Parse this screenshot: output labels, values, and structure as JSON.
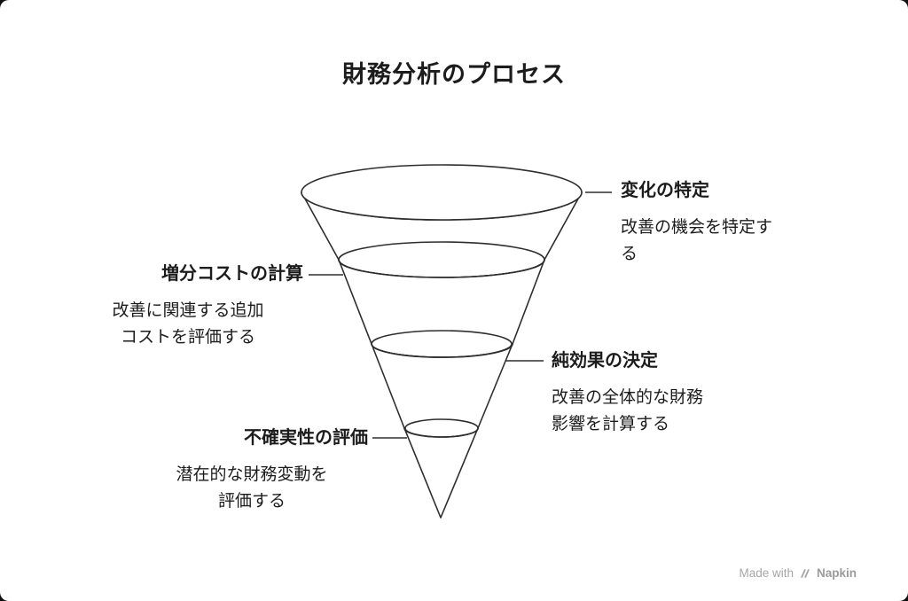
{
  "title": "財務分析のプロセス",
  "stages": [
    {
      "label": "変化の特定",
      "description": "改善の機会を特定す\nる"
    },
    {
      "label": "増分コストの計算",
      "description": "改善に関連する追加\nコストを評価する"
    },
    {
      "label": "純効果の決定",
      "description": "改善の全体的な財務\n影響を計算する"
    },
    {
      "label": "不確実性の評価",
      "description": "潜在的な財務変動を\n評価する"
    }
  ],
  "watermark": {
    "made_with": "Made with",
    "brand": "Napkin"
  },
  "colors": {
    "stroke": "#2e2e2e",
    "text": "#1c1c1c",
    "watermark": "#a6a6a6"
  }
}
